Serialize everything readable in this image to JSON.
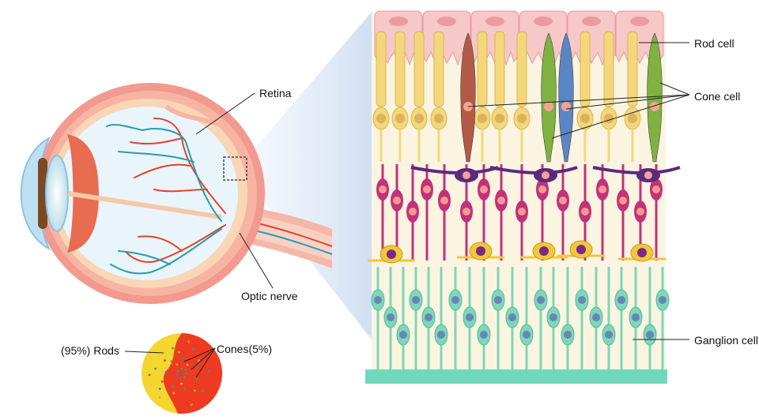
{
  "labels": {
    "retina": "Retina",
    "optic_nerve": "Optic nerve",
    "rods_pct": "(95%) Rods",
    "cones_pct": "Cones(5%)",
    "rod_cell": "Rod cell",
    "cone_cell": "Cone cell",
    "ganglion_cell": "Ganglion cell"
  },
  "colors": {
    "rod": "#f3d77a",
    "cone_red": "#b25a45",
    "cone_green": "#7fb241",
    "cone_blue": "#5b86c4",
    "bipolar": "#c2327b",
    "horizontal": "#5a2a7c",
    "amacrine": "#f0c83a",
    "ganglion": "#7fd6b8",
    "pigment": "#f6c8c8",
    "eye_outer": "#f29a8f",
    "vessel_red": "#e0442a",
    "vessel_blue": "#2b9ab0"
  },
  "cone_sequence": [
    "cone_red",
    "cone_green",
    "cone_blue",
    "cone_green"
  ]
}
